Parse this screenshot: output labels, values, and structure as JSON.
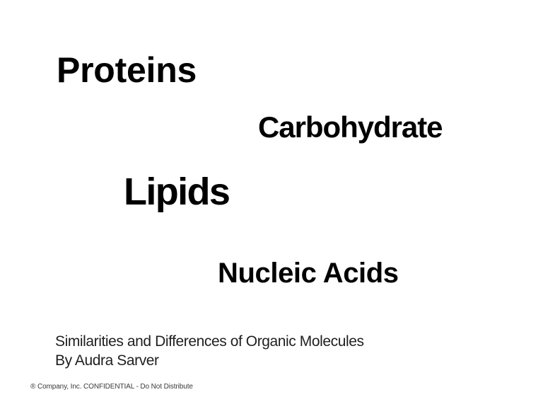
{
  "slide": {
    "kind": "presentation-slide",
    "colors": {
      "background": "#ffffff",
      "heading_text": "#000000",
      "caption_text": "#1f1f1f",
      "footer_text": "#3a3a3a"
    },
    "terms": {
      "proteins": "Proteins",
      "carbohydrate": "Carbohydrate",
      "lipids": "Lipids",
      "nucleic_acids": "Nucleic Acids"
    },
    "caption": {
      "title": "Similarities and Differences of Organic Molecules",
      "author": "By Audra Sarver"
    },
    "footer": {
      "text": "® Company, Inc. CONFIDENTIAL - Do Not Distribute"
    }
  }
}
